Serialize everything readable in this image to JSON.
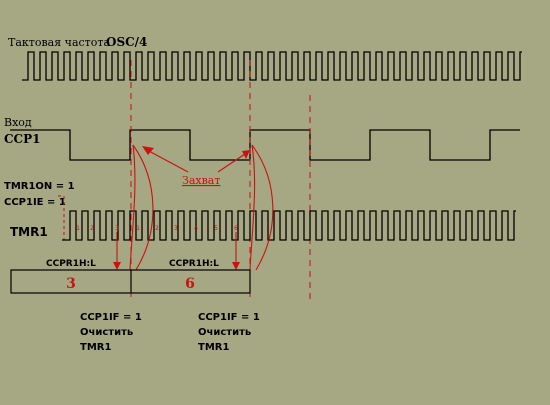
{
  "labels": {
    "clock": "Тактовая частота",
    "clock_osc": "OSC/4",
    "input": "Вход",
    "ccp1": "CCP1",
    "capture": "Захват",
    "tmr1on": "TMR1ON = 1",
    "ccp1ie": "CCP1IE = 1",
    "tmr1": "TMR1",
    "reg_left": "CCPR1H:L",
    "reg_right": "CCPR1H:L",
    "value_left": "3",
    "value_right": "6",
    "note_left": [
      "CCP1IF = 1",
      "Очистить",
      "TMR1"
    ],
    "note_right": [
      "CCP1IF = 1",
      "Очистить",
      "TMR1"
    ]
  },
  "tmr1_counts": [
    "1",
    "2",
    "3",
    "1",
    "2",
    "3",
    "4",
    "5",
    "6"
  ],
  "colors": {
    "background": "#a5a883",
    "signal": "#000000",
    "accent": "#cc1111"
  }
}
